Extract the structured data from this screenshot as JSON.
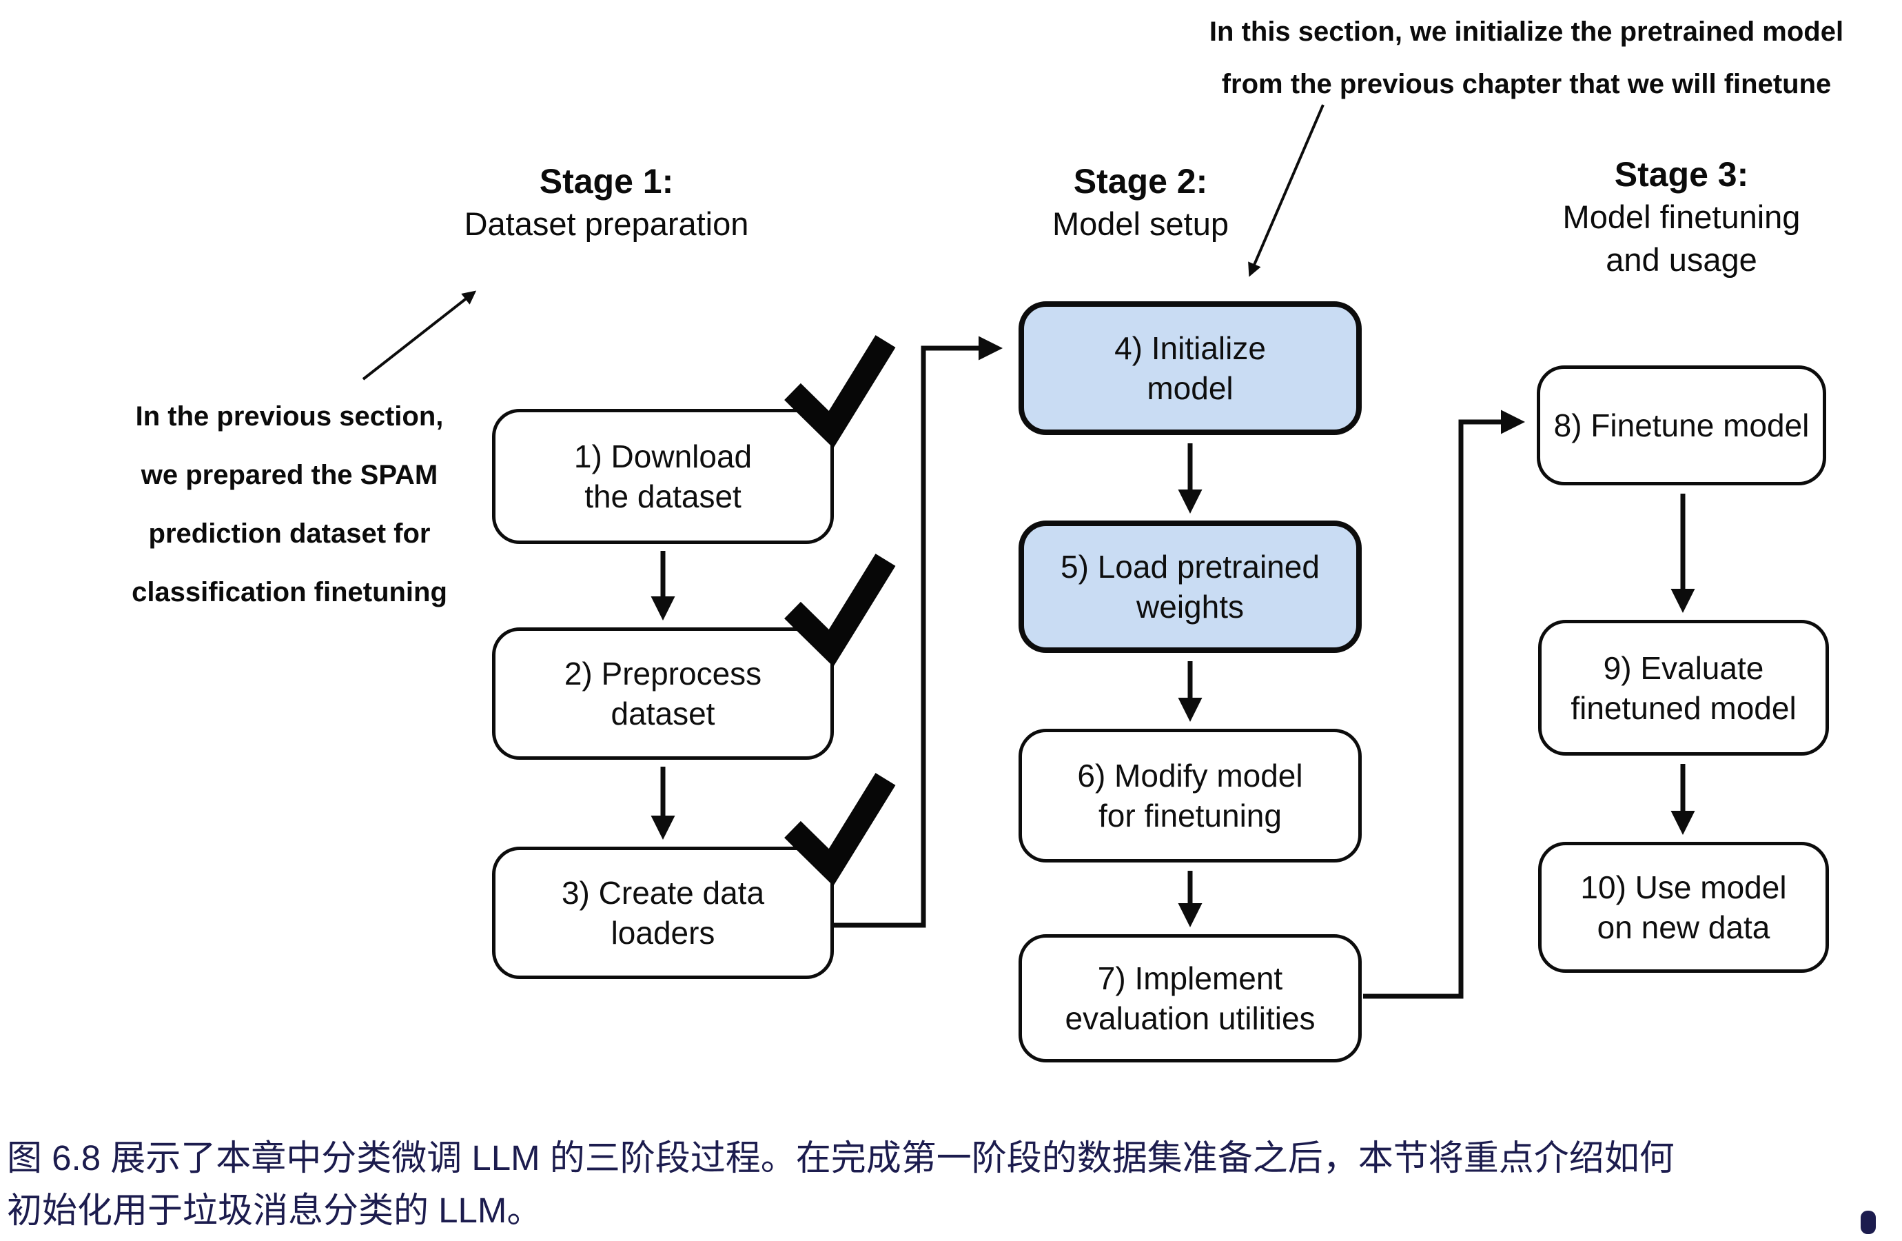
{
  "colors": {
    "box_highlight_blue": "#c9dcf3",
    "line_black": "#0c0c0c",
    "caption_navy": "#1c1c4e"
  },
  "annotations": {
    "top": {
      "lines": [
        "In this section, we initialize the pretrained model",
        "from the previous chapter that we will finetune"
      ]
    },
    "left": {
      "lines": [
        "In the previous section,",
        "we prepared the SPAM",
        "prediction dataset for",
        "classification finetuning"
      ]
    }
  },
  "stages": [
    {
      "title": "Stage 1:",
      "subtitle_lines": [
        "Dataset preparation"
      ],
      "steps": [
        {
          "lines": [
            "1) Download",
            "the dataset"
          ],
          "checked": true,
          "icon": "check",
          "highlighted": false
        },
        {
          "lines": [
            "2) Preprocess",
            "dataset"
          ],
          "checked": true,
          "icon": "check",
          "highlighted": false
        },
        {
          "lines": [
            "3) Create data",
            "loaders"
          ],
          "checked": true,
          "icon": "check",
          "highlighted": false
        }
      ]
    },
    {
      "title": "Stage 2:",
      "subtitle_lines": [
        "Model setup"
      ],
      "steps": [
        {
          "lines": [
            "4) Initialize",
            "model"
          ],
          "checked": false,
          "highlighted": true
        },
        {
          "lines": [
            "5) Load pretrained",
            "weights"
          ],
          "checked": false,
          "highlighted": true
        },
        {
          "lines": [
            "6) Modify model",
            "for finetuning"
          ],
          "checked": false,
          "highlighted": false
        },
        {
          "lines": [
            "7) Implement",
            "evaluation utilities"
          ],
          "checked": false,
          "highlighted": false
        }
      ]
    },
    {
      "title": "Stage 3:",
      "subtitle_lines": [
        "Model finetuning",
        "and usage"
      ],
      "steps": [
        {
          "lines": [
            "8) Finetune model"
          ],
          "checked": false,
          "highlighted": false
        },
        {
          "lines": [
            "9) Evaluate",
            "finetuned model"
          ],
          "checked": false,
          "highlighted": false
        },
        {
          "lines": [
            "10) Use model",
            "on new data"
          ],
          "checked": false,
          "highlighted": false
        }
      ]
    }
  ],
  "caption": {
    "lines": [
      "图 6.8 展示了本章中分类微调 LLM 的三阶段过程。在完成第一阶段的数据集准备之后，本节将重点介绍如何",
      "初始化用于垃圾消息分类的 LLM。"
    ]
  }
}
